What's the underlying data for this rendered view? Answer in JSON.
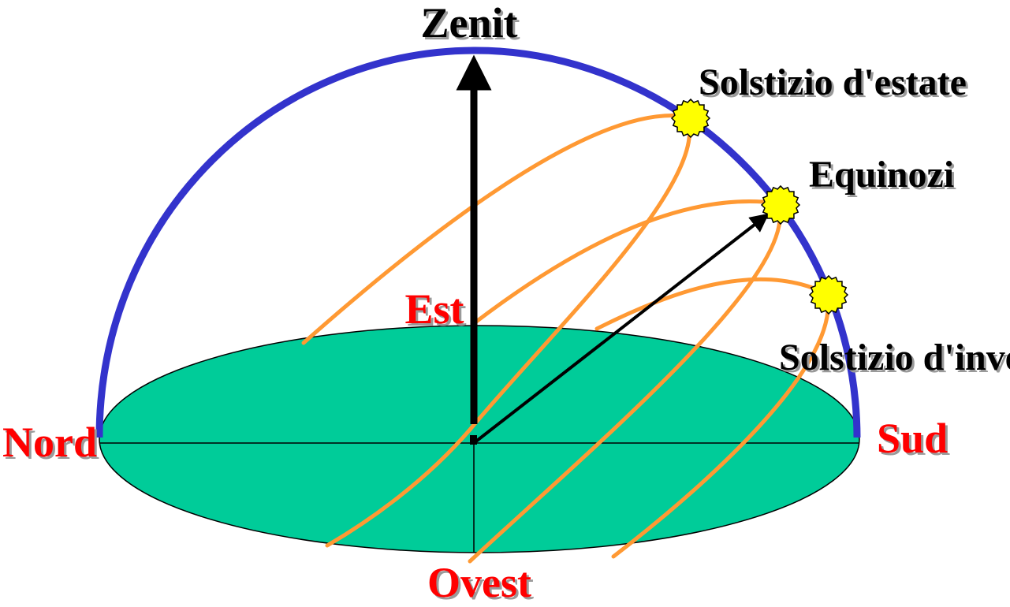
{
  "labels": {
    "zenith": "Zenit",
    "summer_solstice": "Solstizio d'estate",
    "equinoxes": "Equinozi",
    "winter_solstice": "Solstizio d'inverno",
    "east": "Est",
    "west": "Ovest",
    "north": "Nord",
    "south": "Sud"
  },
  "colors": {
    "sky_arc": "#3333cc",
    "ground": "#00cc99",
    "sun_path": "#ff9933",
    "sun": "#ffff00",
    "direction_text": "#ff0000",
    "label_text": "#000000"
  },
  "icons": {
    "sun_marker": "sun-icon",
    "vector_head": "arrow-head-icon"
  }
}
